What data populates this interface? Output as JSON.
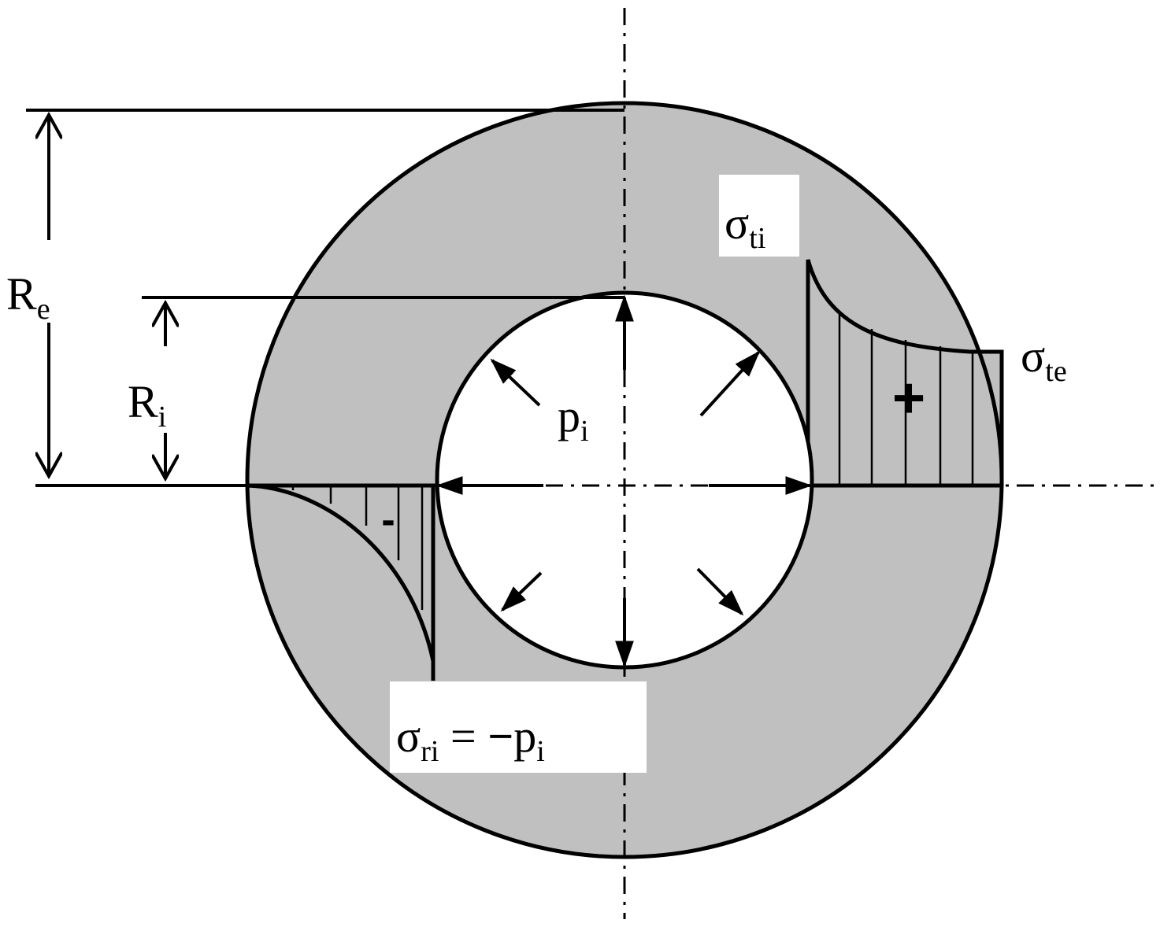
{
  "labels": {
    "outer_radius": {
      "symbol": "R",
      "subscript": "e"
    },
    "inner_radius": {
      "symbol": "R",
      "subscript": "i"
    },
    "pressure": {
      "symbol": "p",
      "subscript": "i"
    },
    "hoop_stress_inner": {
      "symbol": "σ",
      "subscript": "ti"
    },
    "hoop_stress_outer": {
      "symbol": "σ",
      "subscript": "te"
    },
    "radial_stress_inner": {
      "symbol": "σ",
      "subscript": "ri",
      "relation": " = ",
      "minus": "−",
      "rhs_symbol": "p",
      "rhs_subscript": "i"
    },
    "positive_sign": "+",
    "negative_sign": "-"
  },
  "colors": {
    "ring_fill": "#c0c0c0",
    "stroke": "#000000",
    "background": "#ffffff"
  }
}
